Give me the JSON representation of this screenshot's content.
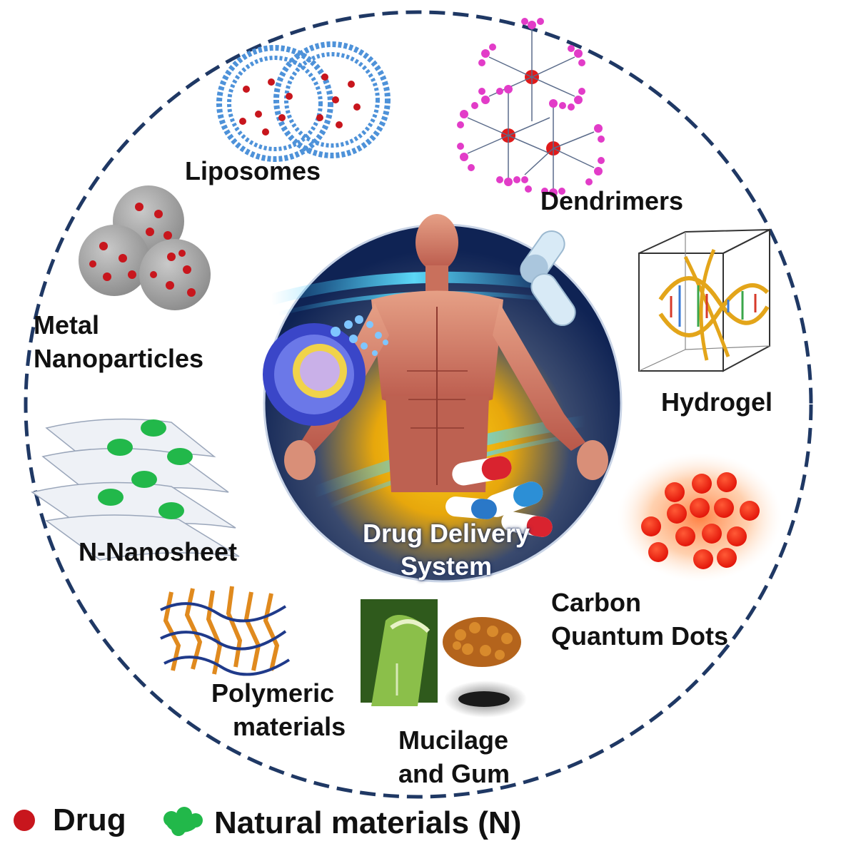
{
  "diagram": {
    "center": {
      "line1": "Drug Delivery",
      "line2": "System"
    },
    "nodes": {
      "liposomes": {
        "label": "Liposomes"
      },
      "dendrimers": {
        "label": "Dendrimers"
      },
      "metal": {
        "line1": "Metal",
        "line2": "Nanoparticles"
      },
      "hydrogel": {
        "label": "Hydrogel"
      },
      "nanosheet": {
        "label": "N-Nanosheet"
      },
      "carbon": {
        "line1": "Carbon",
        "line2": "Quantum Dots"
      },
      "polymeric": {
        "line1": "Polymeric",
        "line2": "materials"
      },
      "mucilage": {
        "line1": "Mucilage",
        "line2": "and Gum"
      }
    }
  },
  "legend": {
    "drug": "Drug",
    "natural": "Natural materials (N)"
  },
  "colors": {
    "drug": "#c8161d",
    "natural": "#22b84a",
    "ring": "#1f3864",
    "center_bg": "#13285a"
  }
}
